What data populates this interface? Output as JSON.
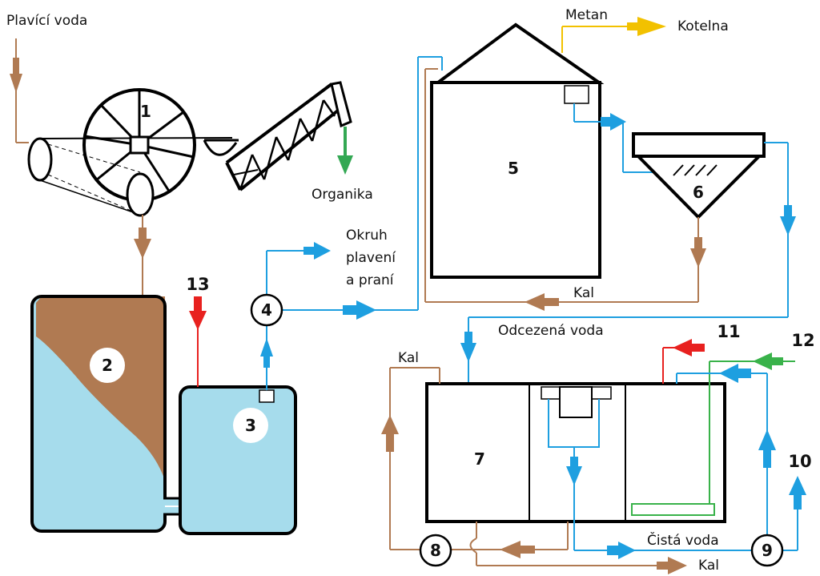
{
  "labels": {
    "flush_water": "Plavící voda",
    "organic": "Organika",
    "methane": "Metan",
    "boiler_room": "Kotelna",
    "circuit_line1": "Okruh",
    "circuit_line2": "plavení",
    "circuit_line3": "a praní",
    "sludge_top": "Kal",
    "decanted_water": "Odcezená voda",
    "sludge_left": "Kal",
    "clean_water": "Čistá voda",
    "sludge_bottom": "Kal"
  },
  "numbers": {
    "n1": "1",
    "n2": "2",
    "n3": "3",
    "n4": "4",
    "n5": "5",
    "n6": "6",
    "n7": "7",
    "n8": "8",
    "n9": "9",
    "n10": "10",
    "n11": "11",
    "n12": "12",
    "n13": "13"
  },
  "colors": {
    "water": "#1e9fe0",
    "tank_water": "#a6dcec",
    "sludge": "#b07a52",
    "organic": "#33a853",
    "methane": "#f2c100",
    "input_red": "#e8211f",
    "input_green": "#39b24a",
    "outline": "#000000"
  }
}
